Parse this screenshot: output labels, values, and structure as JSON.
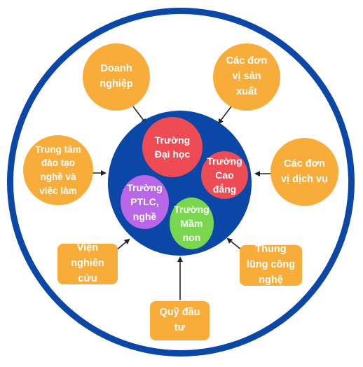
{
  "outer_nodes": {
    "doanh_nghiep": "Doanh nghiệp",
    "don_vi_san_xuat": "Các đơn vị sản xuất",
    "trung_tam_dao_tao": "Trung tâm đào tạo nghề và việc làm",
    "don_vi_dich_vu": "Các đơn vị dịch vụ",
    "vien_nghien_cuu": "Viện nghiên cứu",
    "thung_lung_cong_nghe": "Thung lũng công nghệ",
    "quy_dau_tu": "Quỹ đầu tư"
  },
  "inner_nodes": {
    "dai_hoc": "Trường Đại học",
    "cao_dang": "Trường Cao đẳng",
    "ptlc": "Trường PTLC, nghề",
    "mam_non": "Trường Mầm non"
  },
  "colors": {
    "ring": "#0b47a6",
    "core": "#0b47a6",
    "outer_node": "#f8ad3a",
    "dai_hoc": "#ee4b55",
    "cao_dang": "#ee4b55",
    "ptlc": "#b967e8",
    "mam_non": "#7ad64e",
    "arrow": "#222222"
  }
}
